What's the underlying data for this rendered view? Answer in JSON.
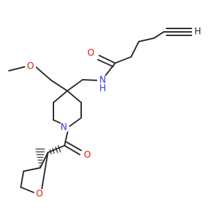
{
  "colors": {
    "bond": "#2b2b2b",
    "oxygen": "#e8190c",
    "nitrogen": "#2e3fd8",
    "carbon": "#2b2b2b",
    "background": "#ffffff"
  },
  "atoms": {
    "o_ether": {
      "symbol": "O",
      "color": "#e8190c"
    },
    "n_amide": {
      "symbol": "N",
      "color": "#2e3fd8"
    },
    "h_amide": {
      "symbol": "H",
      "color": "#2e3fd8"
    },
    "o_amide": {
      "symbol": "O",
      "color": "#e8190c"
    },
    "n_ring": {
      "symbol": "N",
      "color": "#2e3fd8"
    },
    "o_carbonyl": {
      "symbol": "O",
      "color": "#e8190c"
    },
    "o_thf": {
      "symbol": "O",
      "color": "#e8190c"
    },
    "h_terminal": {
      "symbol": "H",
      "color": "#2b2b2b"
    }
  }
}
